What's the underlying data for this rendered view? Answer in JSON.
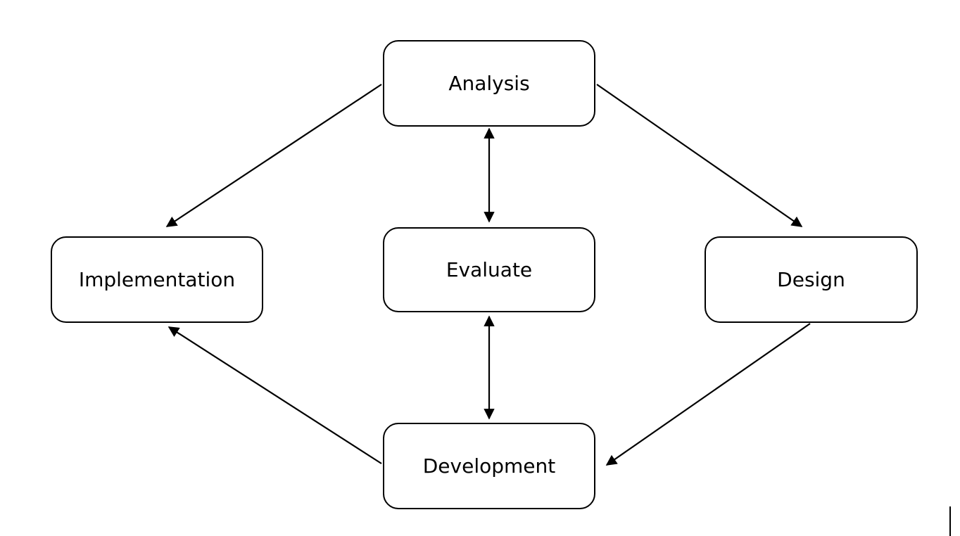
{
  "diagram": {
    "nodes": {
      "analysis": {
        "label": "Analysis"
      },
      "evaluate": {
        "label": "Evaluate"
      },
      "implementation": {
        "label": "Implementation"
      },
      "design": {
        "label": "Design"
      },
      "development": {
        "label": "Development"
      }
    },
    "edges": [
      {
        "from": "analysis",
        "to": "implementation",
        "direction": "forward"
      },
      {
        "from": "analysis",
        "to": "design",
        "direction": "forward"
      },
      {
        "from": "design",
        "to": "development",
        "direction": "forward"
      },
      {
        "from": "development",
        "to": "implementation",
        "direction": "forward"
      },
      {
        "from": "analysis",
        "to": "evaluate",
        "direction": "both"
      },
      {
        "from": "evaluate",
        "to": "development",
        "direction": "both"
      }
    ],
    "colors": {
      "stroke": "#000000",
      "background": "#ffffff",
      "text": "#000000"
    }
  }
}
